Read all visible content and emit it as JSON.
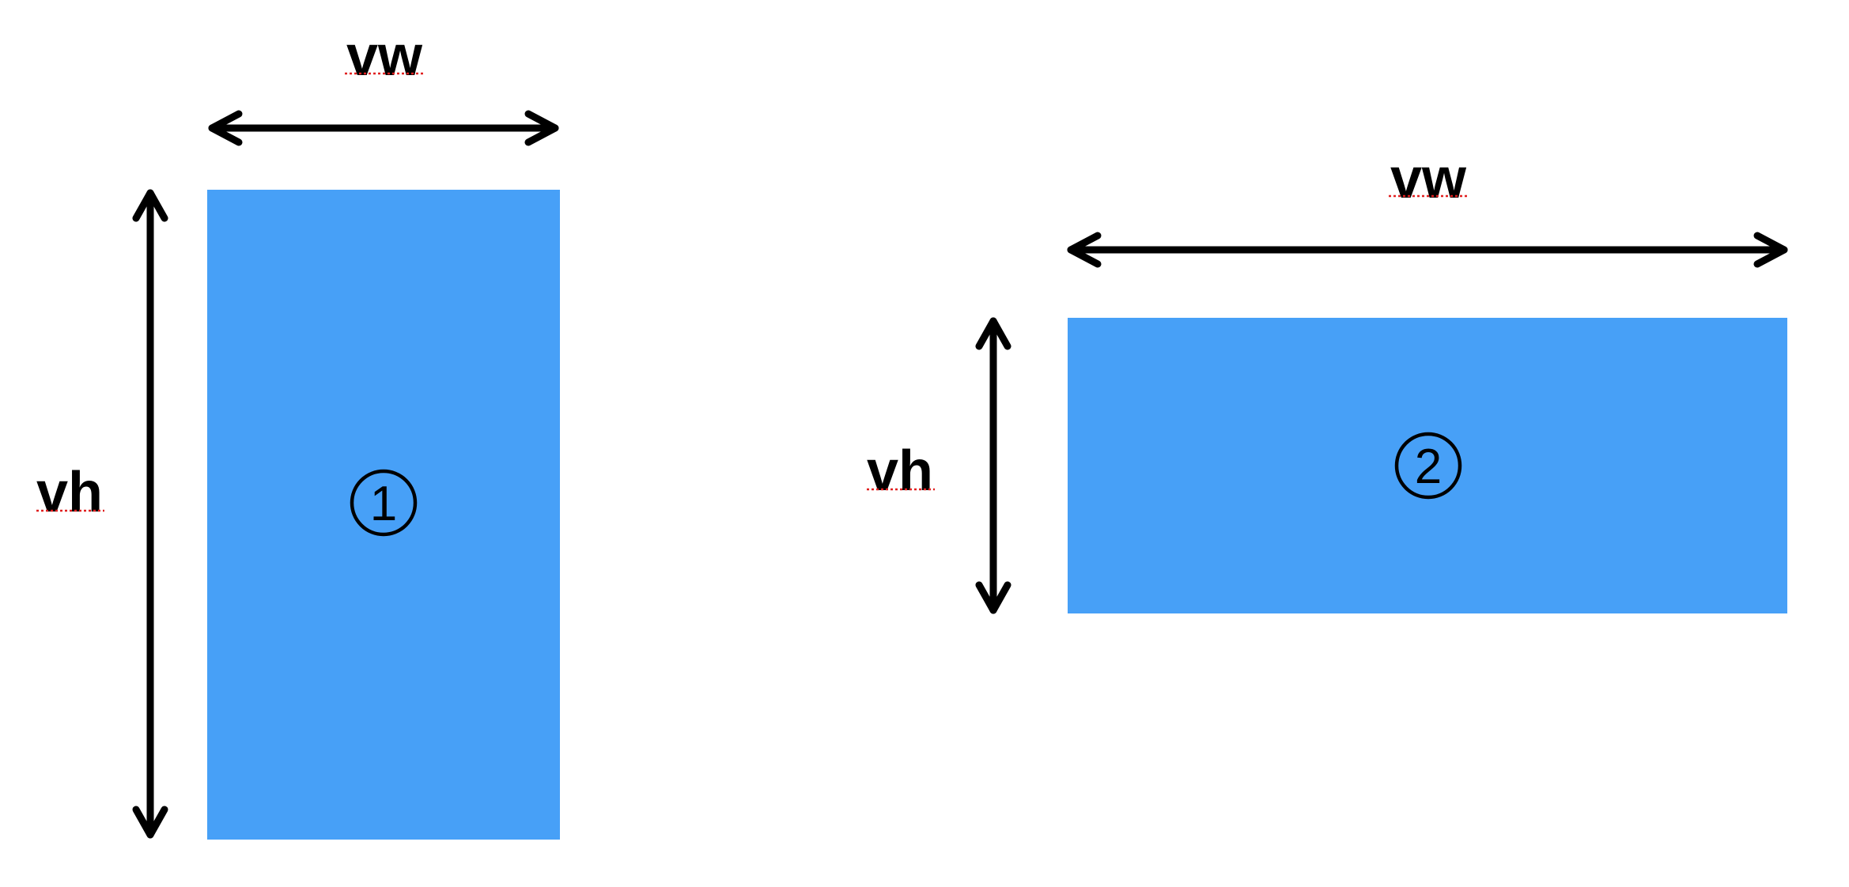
{
  "colors": {
    "viewport_fill": "#47a0f7",
    "arrow": "#000000",
    "spellcheck_underline": "#e02020"
  },
  "panels": [
    {
      "orientation": "portrait",
      "number": "1",
      "width_label": "vw",
      "height_label": "vh"
    },
    {
      "orientation": "landscape",
      "number": "2",
      "width_label": "vw",
      "height_label": "vh"
    }
  ]
}
